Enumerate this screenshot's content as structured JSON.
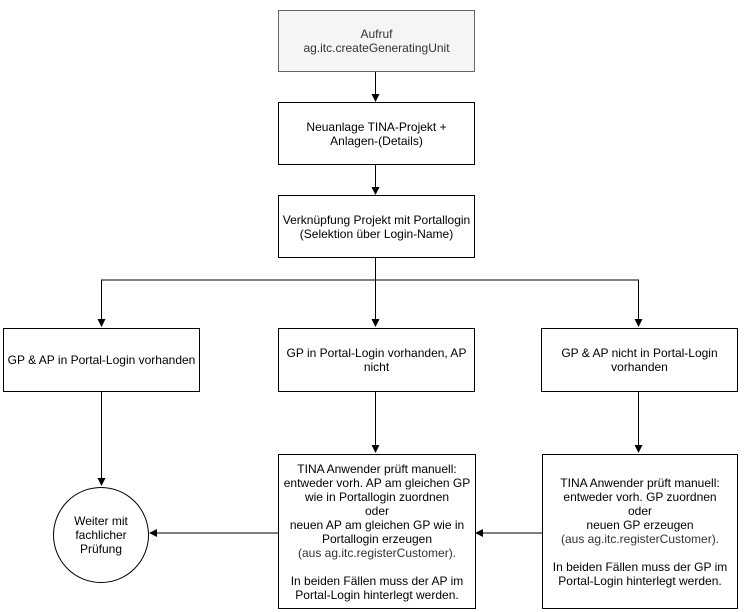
{
  "colors": {
    "stroke": "#000000",
    "start_fill": "#f5f5f5",
    "start_stroke": "#666666",
    "text": "#000000",
    "muted_text": "#333333"
  },
  "nodes": {
    "start": {
      "line1": "Aufruf",
      "line2": "ag.itc.createGeneratingUnit"
    },
    "new_project": {
      "line1": "Neuanlage TINA-Projekt +",
      "line2": "Anlagen-(Details)"
    },
    "link_login": {
      "line1": "Verknüpfung Projekt mit Portallogin",
      "line2": "(Selektion über Login-Name)"
    },
    "case_both": {
      "text": "GP & AP in Portal-Login vorhanden"
    },
    "case_gp_only": {
      "line1": "GP in Portal-Login vorhanden, AP",
      "line2": "nicht"
    },
    "case_none": {
      "line1": "GP & AP nicht in Portal-Login",
      "line2": "vorhanden"
    },
    "manual_ap": {
      "line1": "TINA Anwender prüft manuell:",
      "line2": "entweder vorh. AP am gleichen GP",
      "line3": "wie in Portallogin zuordnen",
      "line4": "oder",
      "line5": "neuen AP am gleichen GP wie in",
      "line6": "Portallogin erzeugen",
      "line7": "(aus ag.itc.registerCustomer).",
      "line8": "In beiden Fällen muss der AP im",
      "line9": "Portal-Login hinterlegt werden."
    },
    "manual_gp": {
      "line1": "TINA Anwender prüft manuell:",
      "line2": "entweder vorh. GP zuordnen",
      "line3": "oder",
      "line4": "neuen GP erzeugen",
      "line5": "(aus ag.itc.registerCustomer).",
      "line6": "In beiden Fällen muss der GP im",
      "line7": "Portal-Login hinterlegt werden."
    },
    "continue": {
      "line1": "Weiter mit",
      "line2": "fachlicher",
      "line3": "Prüfung"
    }
  }
}
